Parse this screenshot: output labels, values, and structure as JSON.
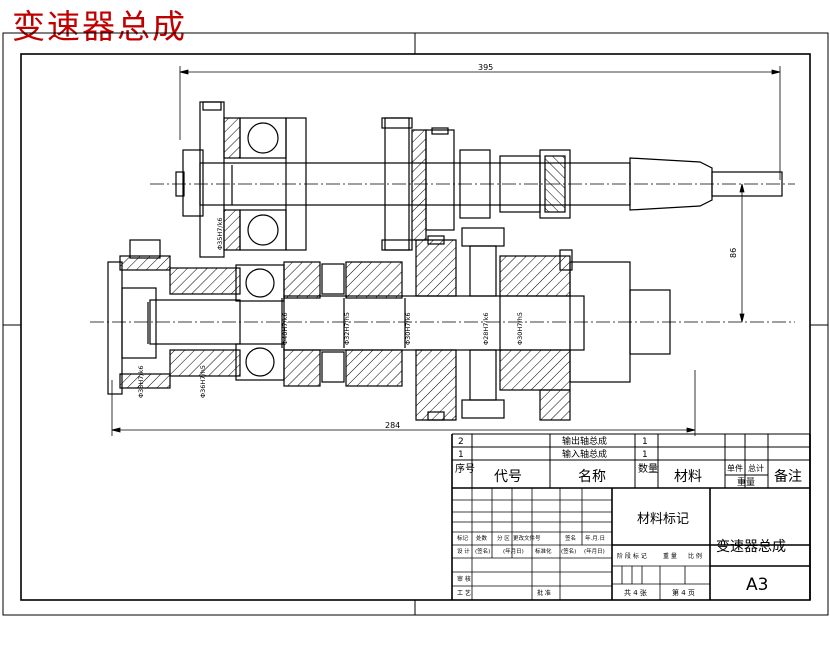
{
  "title": "变速器总成",
  "dimensions": {
    "overall_top": "395",
    "overall_bottom": "284",
    "center_distance": "86",
    "fit_labels": [
      "Φ35H7/k6",
      "Φ38H7/k6",
      "Φ36H7/h5",
      "Φ40H7/k6",
      "Φ32H7/h5",
      "Φ30H7/k6",
      "Φ28H7/k6",
      "Φ30H7/h5"
    ]
  },
  "bom": {
    "rows": [
      {
        "no": "2",
        "name": "输出轴总成",
        "qty": "1"
      },
      {
        "no": "1",
        "name": "输入轴总成",
        "qty": "1"
      }
    ],
    "header": {
      "no": "序号",
      "code": "代号",
      "name": "名称",
      "qty": "数量",
      "material": "材料",
      "unit_weight": "单件",
      "total_weight": "总计",
      "weight": "重量",
      "remarks": "备注"
    }
  },
  "title_block": {
    "material_mark": "材料标记",
    "drawing_name": "变速器总成",
    "sheet_size": "A3",
    "labels_row1": [
      "标记",
      "处数",
      "分 区",
      "更改文件号",
      "签名",
      "年.月.日"
    ],
    "labels_row2": [
      "设 计",
      "(签名)",
      "(年月日)",
      "标准化",
      "(签名)",
      "(年月日)"
    ],
    "stage_labels": [
      "阶 段 标 记",
      "重 量",
      "比 例"
    ],
    "reviewer": "审 核",
    "process": "工 艺",
    "approve": "批 准",
    "sheets_total": "共 4 张",
    "sheet_no": "第 4 页"
  }
}
